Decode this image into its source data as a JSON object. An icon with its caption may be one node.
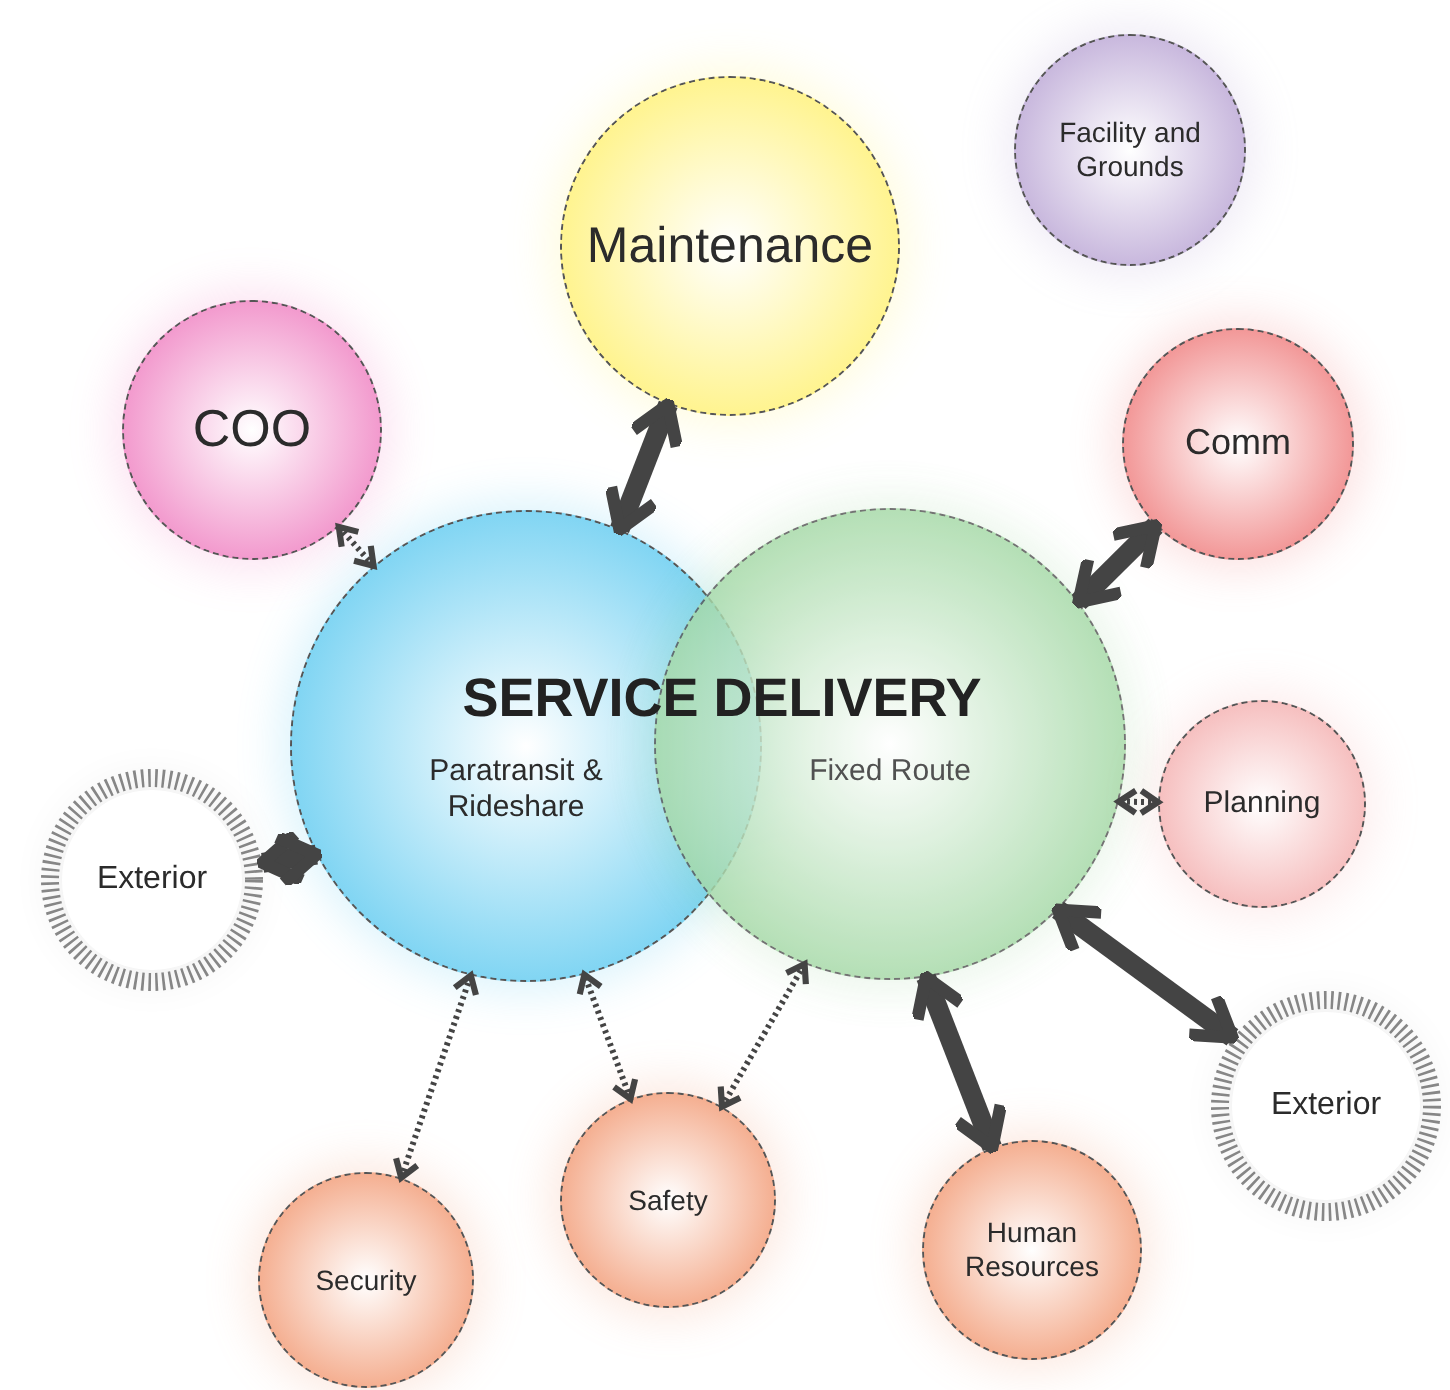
{
  "diagram": {
    "nodes": [
      {
        "text": [
          "Maintenance"
        ]
      },
      {
        "text": [
          "Facility and Grounds"
        ]
      },
      {
        "text": [
          "COO"
        ]
      },
      {
        "text": [
          "Comm"
        ]
      },
      {
        "text": [
          "Paratransit & Rideshare"
        ]
      },
      {
        "text": [
          "Fixed Route"
        ]
      },
      {
        "text": [
          "Planning"
        ]
      },
      {
        "text": [
          "Exterior"
        ]
      },
      {
        "text": [
          "Exterior"
        ]
      },
      {
        "text": [
          "Security"
        ]
      },
      {
        "text": [
          "Safety"
        ]
      },
      {
        "text": [
          "Human Resources"
        ]
      }
    ],
    "edges": [
      {
        "from": 0,
        "to": 4,
        "arrow": "both",
        "style": "thick"
      },
      {
        "from": 2,
        "to": 4,
        "arrow": "both",
        "style": "dashed"
      },
      {
        "from": 3,
        "to": 5,
        "arrow": "both",
        "style": "thick"
      },
      {
        "from": 6,
        "to": 5,
        "arrow": "both",
        "style": "dashed"
      },
      {
        "from": 7,
        "to": 4,
        "arrow": "both",
        "style": "thick"
      },
      {
        "from": 8,
        "to": 5,
        "arrow": "both",
        "style": "thick"
      },
      {
        "from": 9,
        "to": 4,
        "arrow": "both",
        "style": "dashed"
      },
      {
        "from": 10,
        "to": 4,
        "arrow": "both",
        "style": "dashed"
      },
      {
        "from": 10,
        "to": 5,
        "arrow": "both",
        "style": "dashed"
      },
      {
        "from": 11,
        "to": 5,
        "arrow": "both",
        "style": "thick"
      }
    ],
    "labels": [
      "SERVICE DELIVERY"
    ]
  }
}
